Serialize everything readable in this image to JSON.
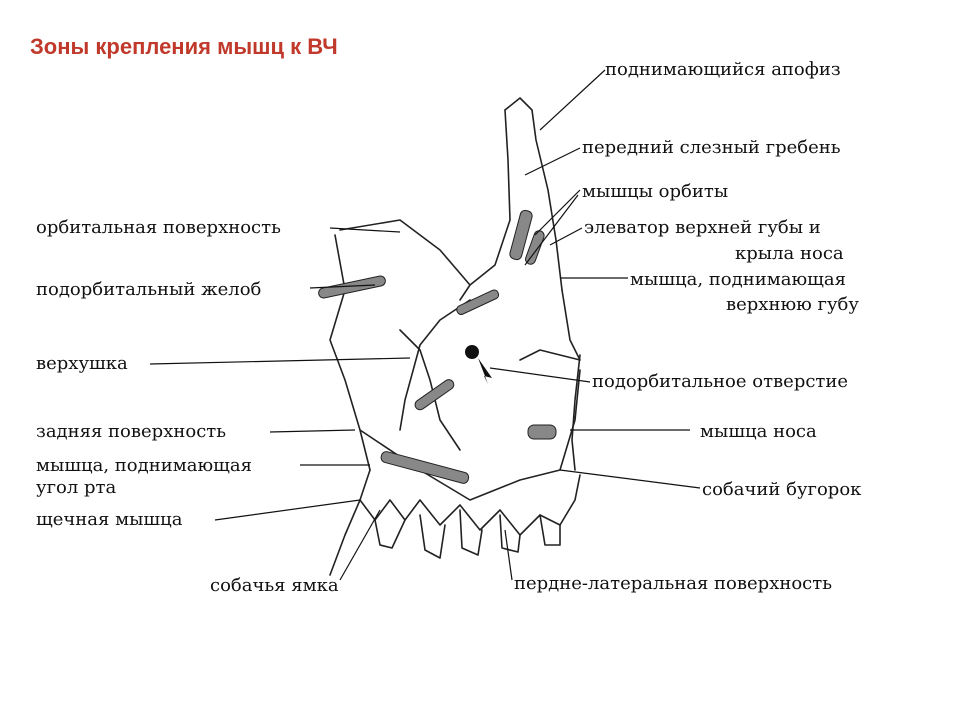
{
  "slide": {
    "title": "Зоны крепления мышц к ВЧ",
    "title_color": "#c0392b",
    "figure_icon": "maxilla-bone-drawing",
    "labels": {
      "frontal_process": "поднимающийся апофиз",
      "anterior_lacrimal_crest": "передний слезный гребень",
      "orbit_muscles": "мышцы орбиты",
      "levator_labii_alaeque_1": "элеватор верхней губы и",
      "levator_labii_alaeque_2": "крыла носа",
      "levator_labii_1": "мышца, поднимающая",
      "levator_labii_2": "верхнюю губу",
      "infraorbital_foramen": "подорбитальное отверстие",
      "nasalis": "мышца носа",
      "canine_eminence": "собачий бугорок",
      "anterolateral_surface": "пердне-латеральная поверхность",
      "orbital_surface": "орбитальная поверхность",
      "infraorbital_groove": "подорбитальный желоб",
      "apex": "верхушка",
      "posterior_surface": "задняя поверхность",
      "levator_anguli_1": "мышца, поднимающая",
      "levator_anguli_2": "угол рта",
      "buccinator": "щечная мышца",
      "canine_fossa": "собачья ямка"
    }
  }
}
